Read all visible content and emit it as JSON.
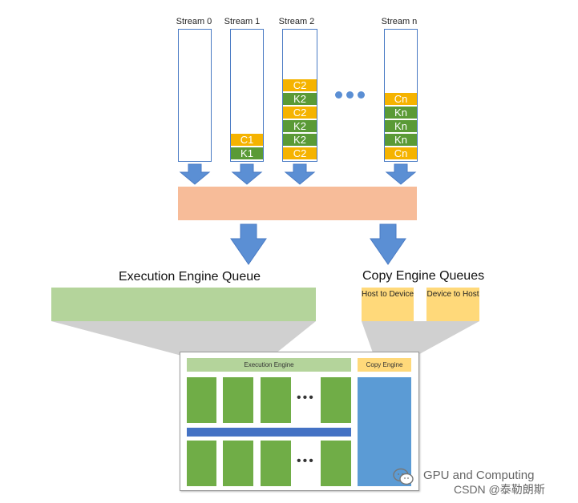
{
  "streams": [
    {
      "label": "Stream 0",
      "cells": []
    },
    {
      "label": "Stream 1",
      "cells": [
        {
          "text": "C1",
          "kind": "copy"
        },
        {
          "text": "K1",
          "kind": "kernel"
        }
      ]
    },
    {
      "label": "Stream 2",
      "cells": [
        {
          "text": "C2",
          "kind": "copy"
        },
        {
          "text": "K2",
          "kind": "kernel"
        },
        {
          "text": "C2",
          "kind": "copy"
        },
        {
          "text": "K2",
          "kind": "kernel"
        },
        {
          "text": "K2",
          "kind": "kernel"
        },
        {
          "text": "C2",
          "kind": "copy"
        }
      ]
    },
    {
      "label": "Stream n",
      "cells": [
        {
          "text": "Cn",
          "kind": "copy"
        },
        {
          "text": "Kn",
          "kind": "kernel"
        },
        {
          "text": "Kn",
          "kind": "kernel"
        },
        {
          "text": "Kn",
          "kind": "kernel"
        },
        {
          "text": "Cn",
          "kind": "copy"
        }
      ]
    }
  ],
  "execution_queue": {
    "title": "Execution Engine Queue"
  },
  "copy_queues": {
    "title": "Copy Engine Queues",
    "host_to_device": "Host to Device",
    "device_to_host": "Device to Host"
  },
  "device": {
    "execution_engine": "Execution Engine",
    "copy_engine": "Copy Engine",
    "ellipsis": "•••"
  },
  "watermark": {
    "line1": "GPU and Computing",
    "line2": "CSDN @泰勒朗斯"
  },
  "colors": {
    "copy": "#f5b300",
    "kernel": "#5a9a36",
    "scheduler": "#f7bc99",
    "arrow": "#5b8fd4",
    "exec_queue": "#b4d49b",
    "copy_queue": "#ffd97a",
    "device_bg": "#ffffff",
    "sm": "#70ad47",
    "copy_engine_block": "#5b9bd5",
    "divider": "#4472c4"
  }
}
